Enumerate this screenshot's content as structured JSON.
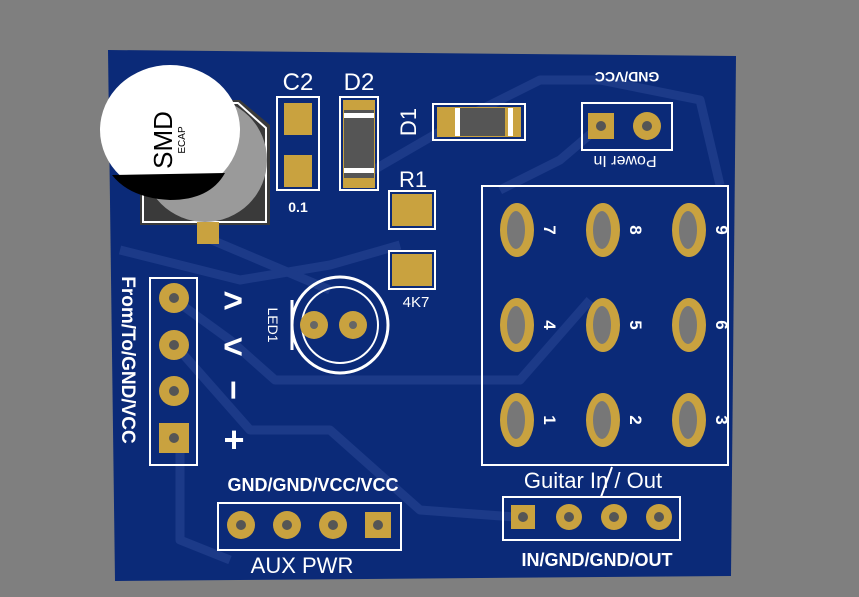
{
  "board": {
    "colors": {
      "background": "#7f7f7f",
      "soldermask": "#0b2a78",
      "copper": "#c9a23f",
      "silkscreen": "#ffffff",
      "trace": "#1c3a88"
    },
    "capacitor": {
      "label": "SMD",
      "sublabel": "ECAP"
    },
    "c2": {
      "ref": "C2",
      "value": "0.1"
    },
    "d2": {
      "ref": "D2"
    },
    "d1": {
      "ref": "D1"
    },
    "r1": {
      "ref": "R1",
      "value": "4K7"
    },
    "led": {
      "ref": "LED1"
    },
    "power_in": {
      "title": "GND/VCC",
      "label": "Power In"
    },
    "left_header": {
      "label": "From/To/GND/VCC",
      "symbols": [
        ">",
        "<",
        "−",
        "+"
      ]
    },
    "switch": {
      "pins": [
        "7",
        "8",
        "9",
        "4",
        "5",
        "6",
        "1",
        "2",
        "3"
      ]
    },
    "guitar": {
      "title": "Guitar In / Out",
      "pins_label": "IN/GND/GND/OUT"
    },
    "aux": {
      "title": "GND/GND/VCC/VCC",
      "label": "AUX PWR"
    }
  }
}
